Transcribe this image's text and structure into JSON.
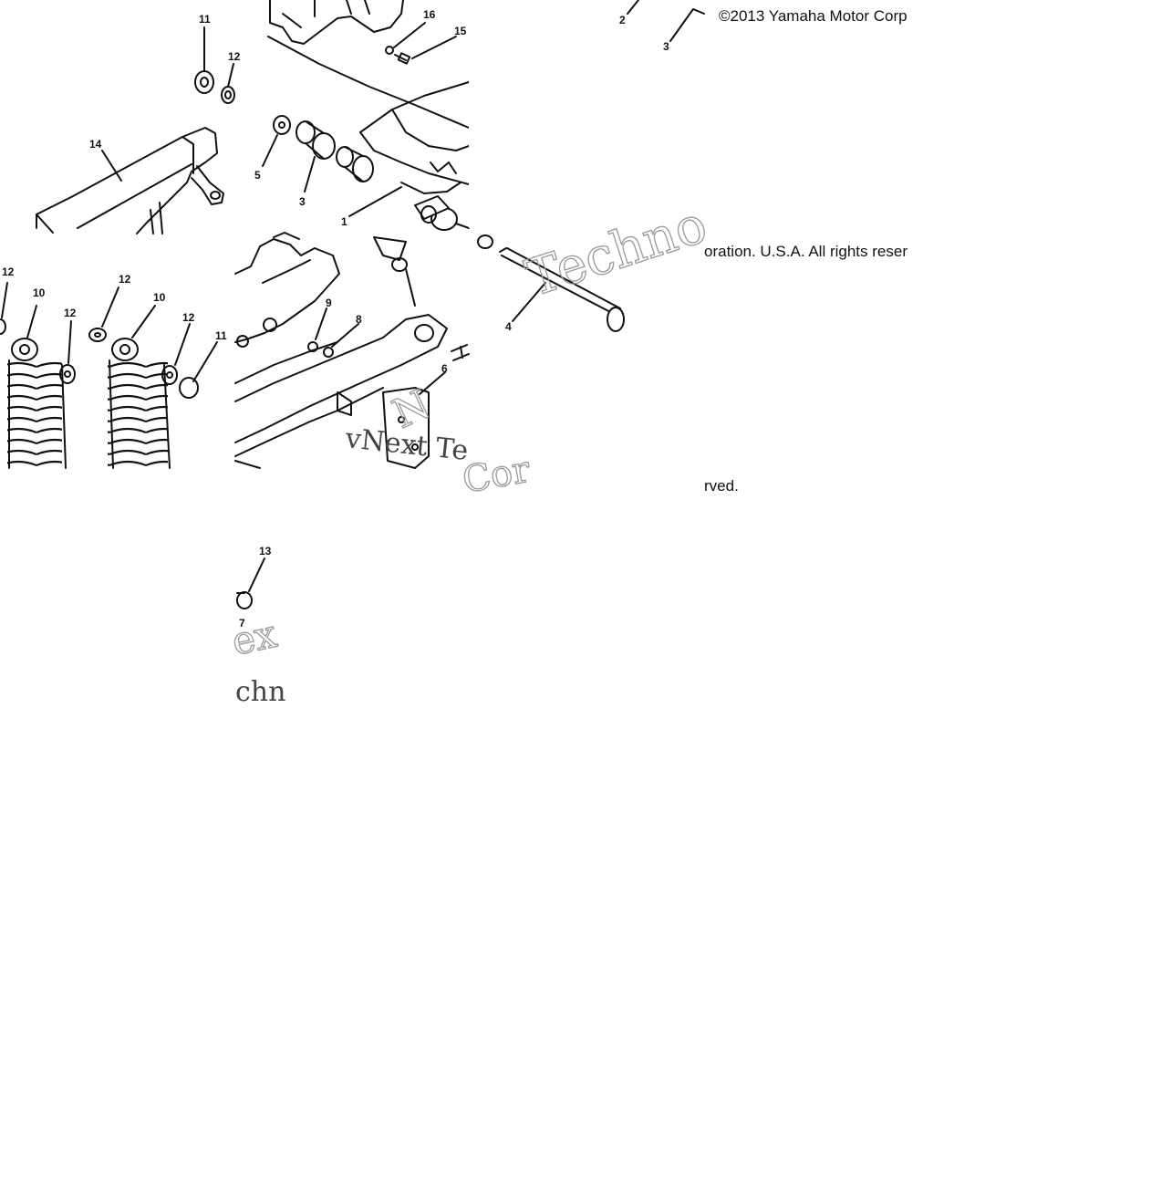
{
  "copyright": {
    "line1": "©2013 Yamaha Motor Corp",
    "line2": "oration. U.S.A. All rights reser",
    "line3": "rved."
  },
  "callouts": [
    "11",
    "12",
    "14",
    "5",
    "3",
    "1",
    "16",
    "15",
    "2",
    "3",
    "12",
    "10",
    "12",
    "12",
    "10",
    "12",
    "11",
    "9",
    "8",
    "6",
    "4",
    "13",
    "7"
  ],
  "watermarks": {
    "w1": "Techno",
    "w2": "vNext Te",
    "w3": "ex",
    "w4": "chn",
    "w5": "Cor",
    "w6": "N"
  }
}
